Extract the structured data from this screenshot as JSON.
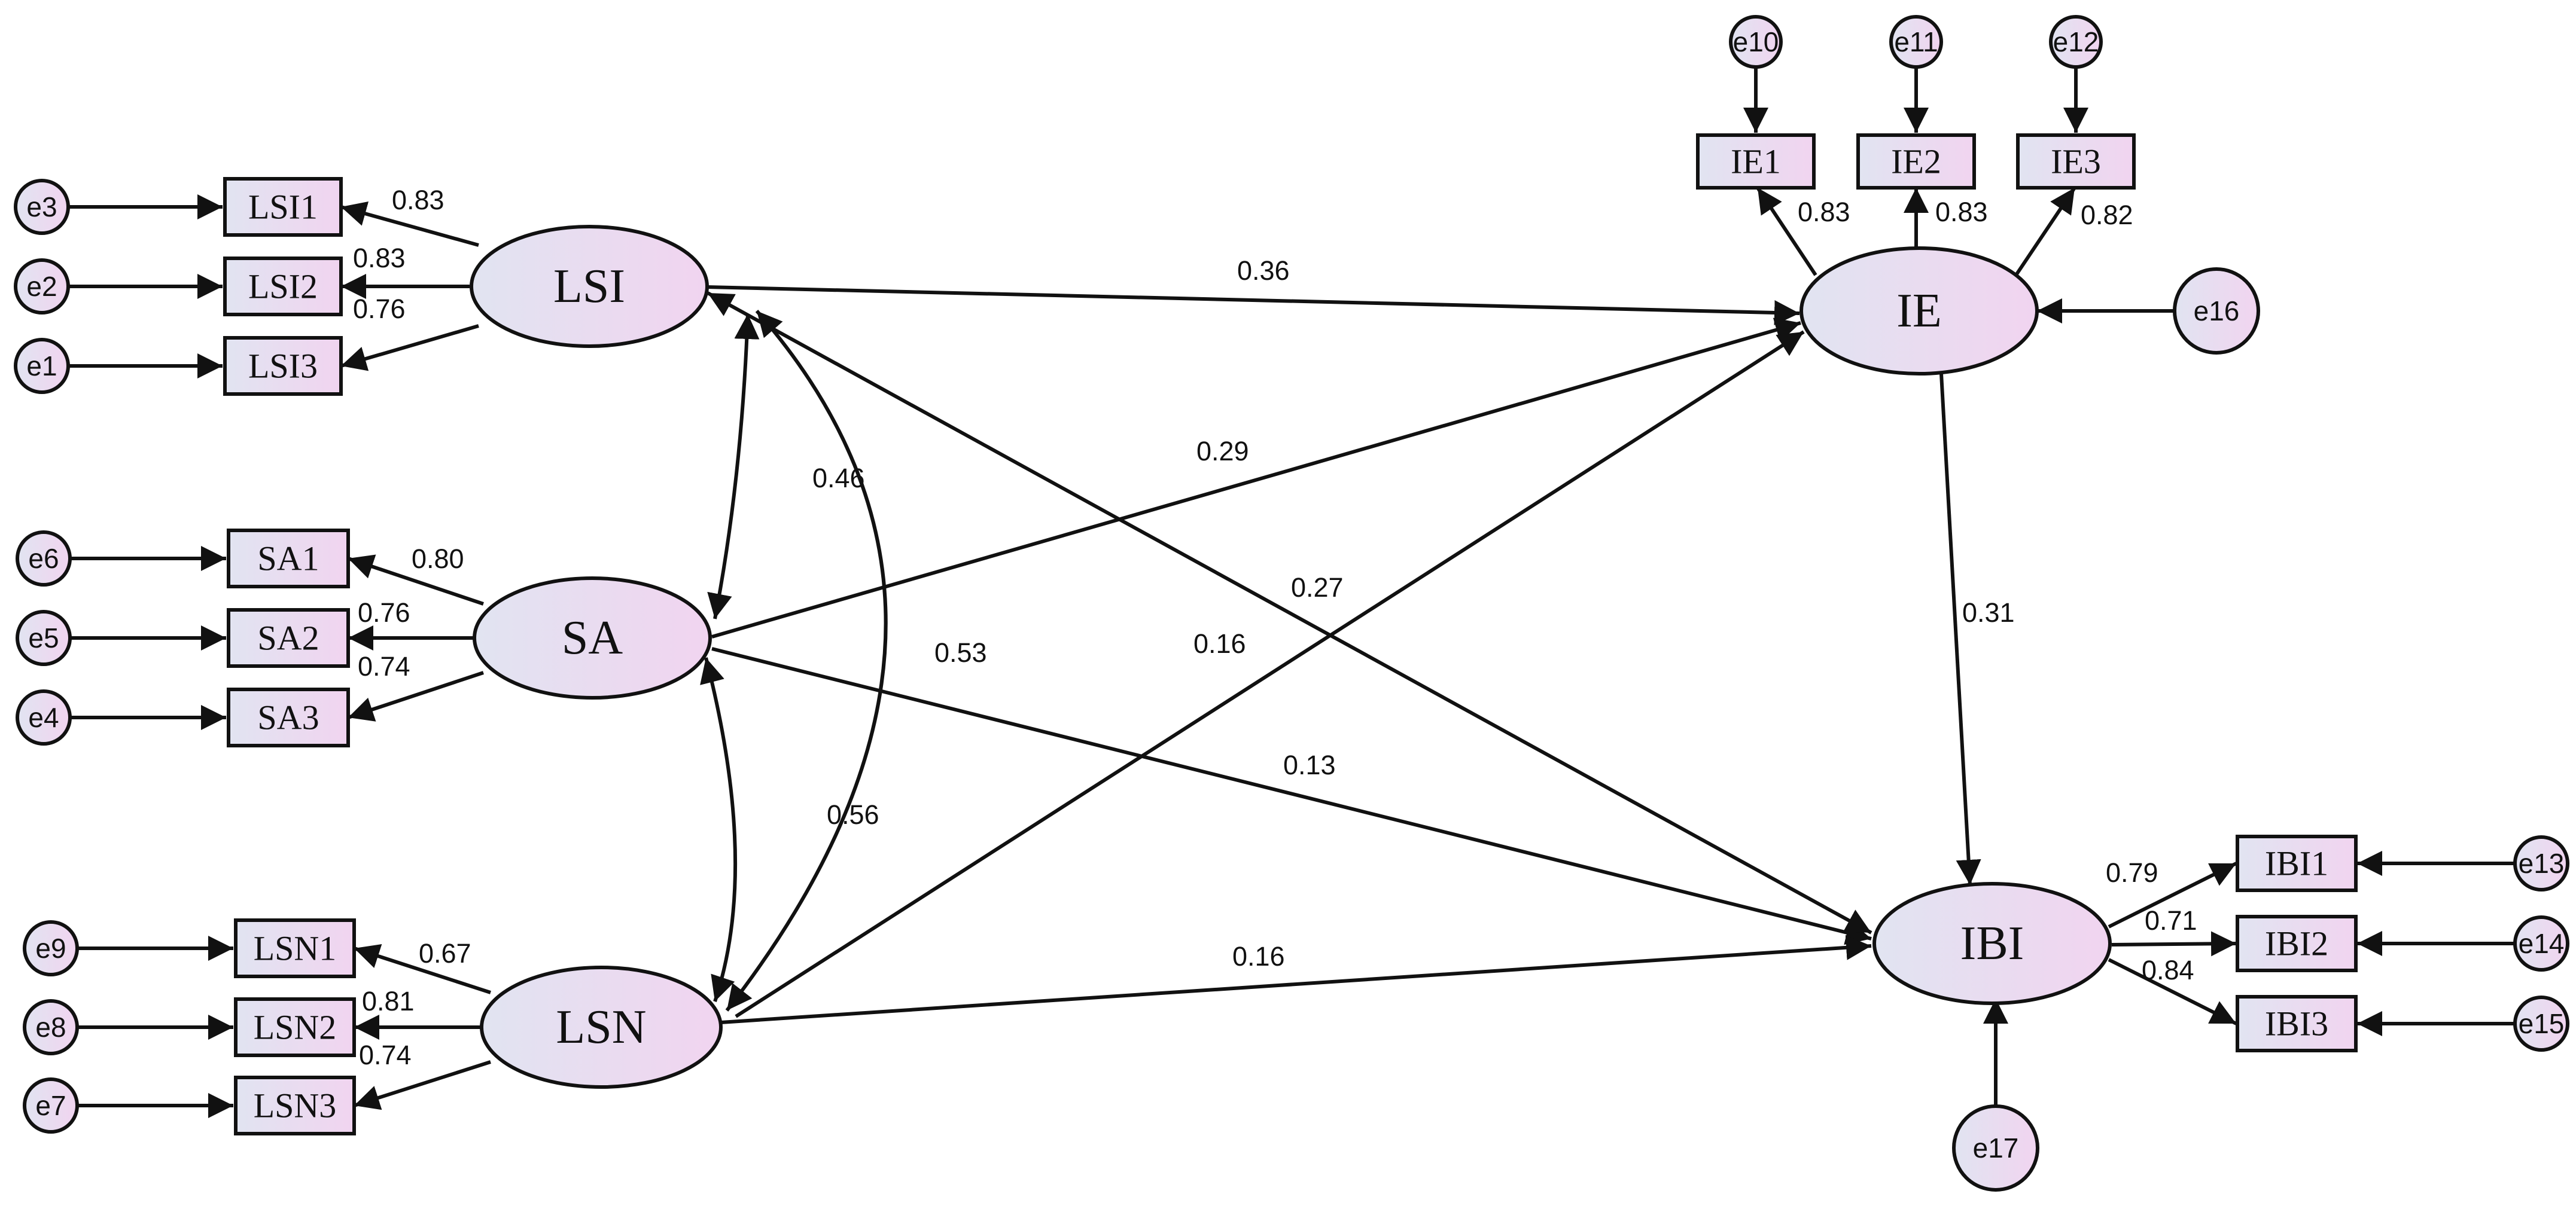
{
  "colors": {
    "stroke": "#111111",
    "fill_start": "#e1e4f1",
    "fill_end": "#f1d4f0",
    "background": "#ffffff"
  },
  "latents": [
    {
      "id": "LSI",
      "label": "LSI"
    },
    {
      "id": "SA",
      "label": "SA"
    },
    {
      "id": "LSN",
      "label": "LSN"
    },
    {
      "id": "IE",
      "label": "IE"
    },
    {
      "id": "IBI",
      "label": "IBI"
    }
  ],
  "indicators": [
    {
      "id": "LSI1",
      "label": "LSI1"
    },
    {
      "id": "LSI2",
      "label": "LSI2"
    },
    {
      "id": "LSI3",
      "label": "LSI3"
    },
    {
      "id": "SA1",
      "label": "SA1"
    },
    {
      "id": "SA2",
      "label": "SA2"
    },
    {
      "id": "SA3",
      "label": "SA3"
    },
    {
      "id": "LSN1",
      "label": "LSN1"
    },
    {
      "id": "LSN2",
      "label": "LSN2"
    },
    {
      "id": "LSN3",
      "label": "LSN3"
    },
    {
      "id": "IE1",
      "label": "IE1"
    },
    {
      "id": "IE2",
      "label": "IE2"
    },
    {
      "id": "IE3",
      "label": "IE3"
    },
    {
      "id": "IBI1",
      "label": "IBI1"
    },
    {
      "id": "IBI2",
      "label": "IBI2"
    },
    {
      "id": "IBI3",
      "label": "IBI3"
    }
  ],
  "errors": [
    {
      "id": "e1",
      "label": "e1"
    },
    {
      "id": "e2",
      "label": "e2"
    },
    {
      "id": "e3",
      "label": "e3"
    },
    {
      "id": "e4",
      "label": "e4"
    },
    {
      "id": "e5",
      "label": "e5"
    },
    {
      "id": "e6",
      "label": "e6"
    },
    {
      "id": "e7",
      "label": "e7"
    },
    {
      "id": "e8",
      "label": "e8"
    },
    {
      "id": "e9",
      "label": "e9"
    },
    {
      "id": "e10",
      "label": "e10"
    },
    {
      "id": "e11",
      "label": "e11"
    },
    {
      "id": "e12",
      "label": "e12"
    },
    {
      "id": "e13",
      "label": "e13"
    },
    {
      "id": "e14",
      "label": "e14"
    },
    {
      "id": "e15",
      "label": "e15"
    },
    {
      "id": "e16",
      "label": "e16"
    },
    {
      "id": "e17",
      "label": "e17"
    }
  ],
  "loadings": [
    {
      "id": "lsi1",
      "value": "0.83"
    },
    {
      "id": "lsi2",
      "value": "0.83"
    },
    {
      "id": "lsi3",
      "value": "0.76"
    },
    {
      "id": "sa1",
      "value": "0.80"
    },
    {
      "id": "sa2",
      "value": "0.76"
    },
    {
      "id": "sa3",
      "value": "0.74"
    },
    {
      "id": "lsn1",
      "value": "0.67"
    },
    {
      "id": "lsn2",
      "value": "0.81"
    },
    {
      "id": "lsn3",
      "value": "0.74"
    },
    {
      "id": "ie1",
      "value": "0.83"
    },
    {
      "id": "ie2",
      "value": "0.83"
    },
    {
      "id": "ie3",
      "value": "0.82"
    },
    {
      "id": "ibi1",
      "value": "0.79"
    },
    {
      "id": "ibi2",
      "value": "0.71"
    },
    {
      "id": "ibi3",
      "value": "0.84"
    }
  ],
  "paths": [
    {
      "id": "lsi-ie",
      "value": "0.36"
    },
    {
      "id": "sa-ie",
      "value": "0.29"
    },
    {
      "id": "lsi-ibi",
      "value": "0.27"
    },
    {
      "id": "lsn-ie",
      "value": "0.16"
    },
    {
      "id": "sa-ibi",
      "value": "0.13"
    },
    {
      "id": "lsn-ibi",
      "value": "0.16"
    },
    {
      "id": "ie-ibi",
      "value": "0.31"
    }
  ],
  "correlations": [
    {
      "id": "lsi-sa",
      "value": "0.46"
    },
    {
      "id": "lsi-lsn",
      "value": "0.53"
    },
    {
      "id": "sa-lsn",
      "value": "0.56"
    }
  ]
}
